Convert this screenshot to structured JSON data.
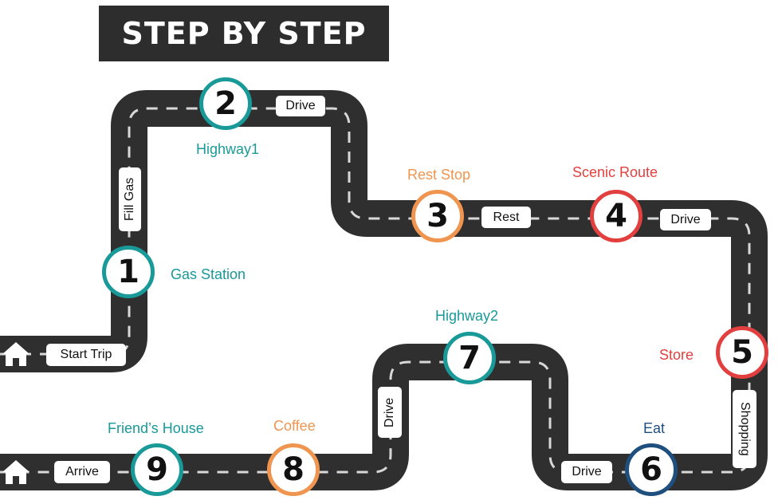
{
  "title": "STEP BY STEP",
  "colors": {
    "road": "#2f2f2f",
    "dash": "#d8d8d8",
    "teal": "#1a9999",
    "orange": "#ef9550",
    "red": "#e2403f",
    "navy": "#1f4f7f"
  },
  "steps": [
    {
      "number": "1",
      "label": "Gas Station",
      "color": "teal"
    },
    {
      "number": "2",
      "label": "Highway1",
      "color": "teal"
    },
    {
      "number": "3",
      "label": "Rest Stop",
      "color": "orange"
    },
    {
      "number": "4",
      "label": "Scenic Route",
      "color": "red"
    },
    {
      "number": "5",
      "label": "Store",
      "color": "red"
    },
    {
      "number": "6",
      "label": "Eat",
      "color": "navy"
    },
    {
      "number": "7",
      "label": "Highway2",
      "color": "teal"
    },
    {
      "number": "8",
      "label": "Coffee",
      "color": "orange"
    },
    {
      "number": "9",
      "label": "Friend’s House",
      "color": "teal"
    }
  ],
  "road_tags": {
    "start_trip": "Start Trip",
    "fill_gas": "Fill Gas",
    "drive_top": "Drive",
    "rest": "Rest",
    "drive_after_4": "Drive",
    "shopping": "Shopping",
    "drive_before_6": "Drive",
    "drive_vertical": "Drive",
    "arrive": "Arrive"
  },
  "icons": {
    "start": "home-icon",
    "end": "home-icon"
  }
}
